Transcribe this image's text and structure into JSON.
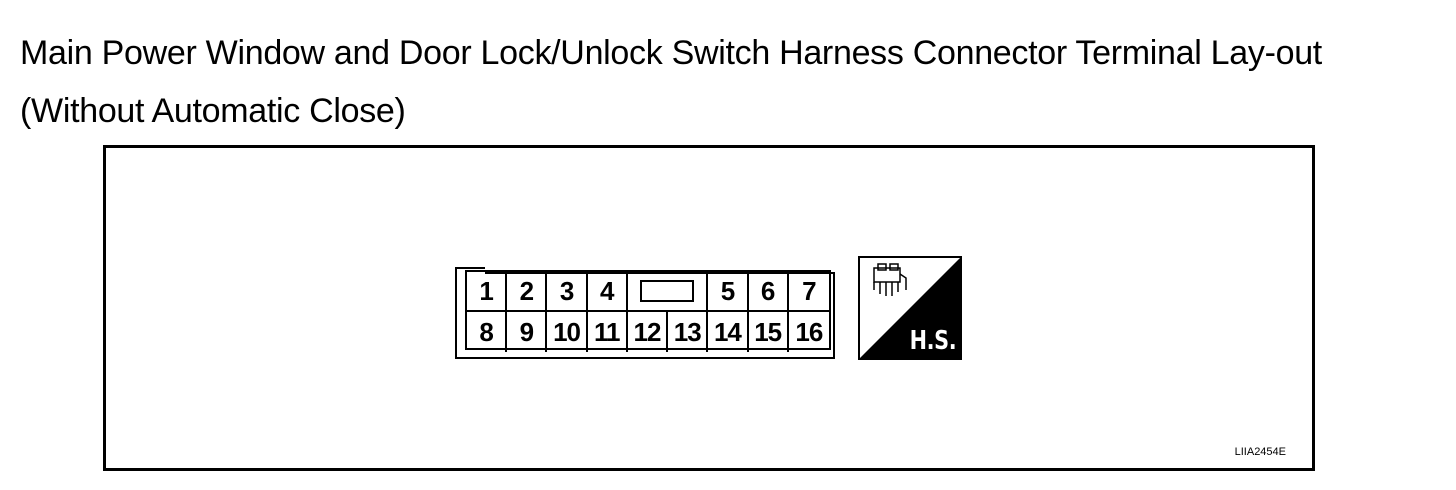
{
  "title": "Main Power Window and Door  Lock/Unlock Switch Harness  Connector Terminal Lay-out (Without Automatic Close)",
  "connector": {
    "top_row": [
      "1",
      "2",
      "3",
      "4",
      "",
      "5",
      "6",
      "7"
    ],
    "bottom_row": [
      "8",
      "9",
      "10",
      "11",
      "12",
      "13",
      "14",
      "15",
      "16"
    ]
  },
  "hs_badge": {
    "label": "H.S.",
    "icon": "harness-side-icon"
  },
  "figure_code": "LIIA2454E"
}
